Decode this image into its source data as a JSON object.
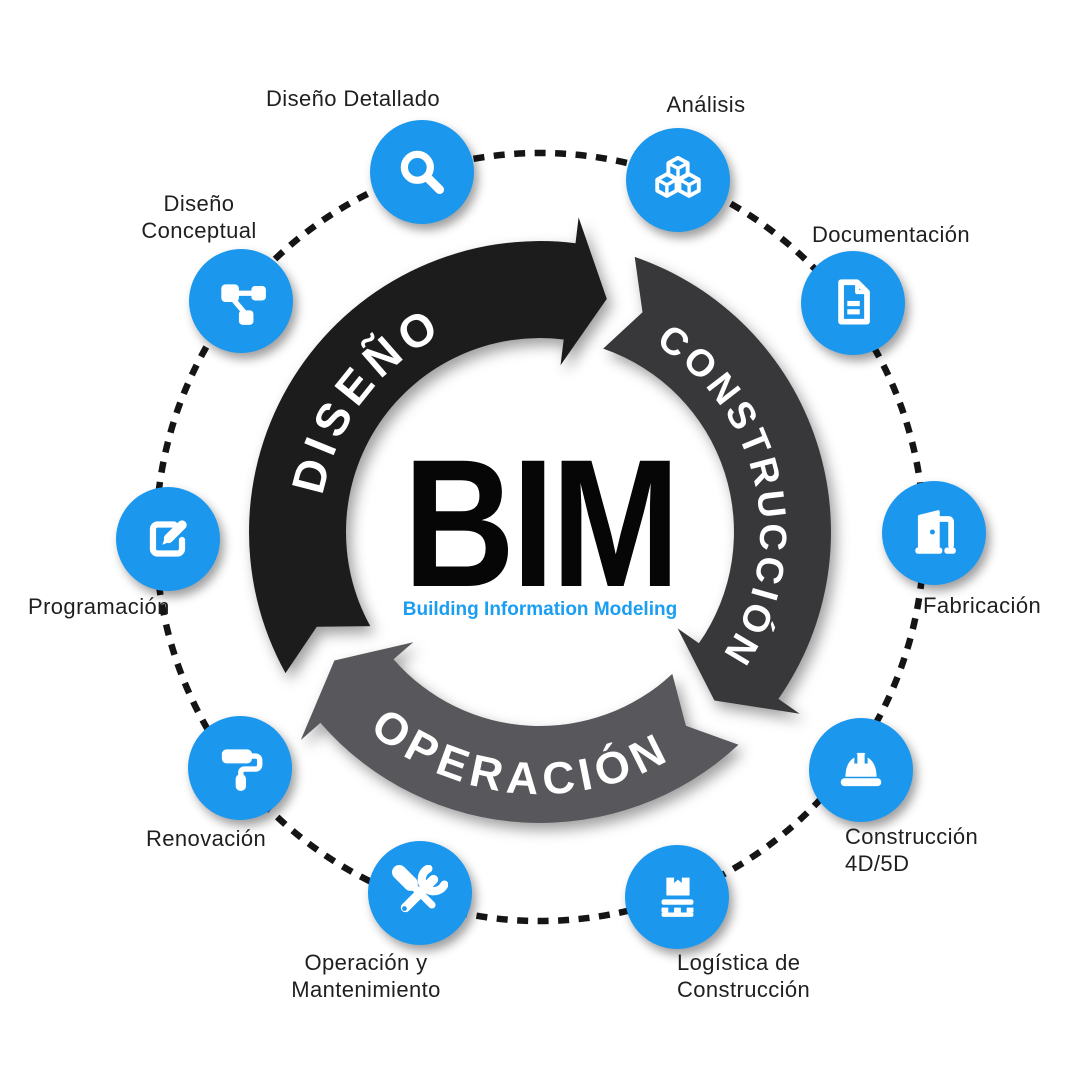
{
  "title": {
    "main": "BIM",
    "subtitle": "Building Information Modeling"
  },
  "phases": [
    {
      "label": "DISEÑO",
      "color": "#1c1c1e"
    },
    {
      "label": "CONSTRUCCIÓN",
      "color": "#38383a"
    },
    {
      "label": "OPERACIÓN",
      "color": "#59595b"
    }
  ],
  "nodes": [
    {
      "label": "Diseño Detallado",
      "icon": "search-icon"
    },
    {
      "label": "Análisis",
      "icon": "cubes-icon"
    },
    {
      "label": "Documentación",
      "icon": "document-icon"
    },
    {
      "label": "Fabricación",
      "icon": "door-icon"
    },
    {
      "label": "Construcción\n4D/5D",
      "icon": "hard-hat-icon"
    },
    {
      "label": "Logística de\nConstrucción",
      "icon": "pallet-icon"
    },
    {
      "label": "Operación y\nMantenimiento",
      "icon": "tools-icon"
    },
    {
      "label": "Renovación",
      "icon": "paint-roller-icon"
    },
    {
      "label": "Programación",
      "icon": "edit-icon"
    },
    {
      "label": "Diseño\nConceptual",
      "icon": "flowchart-icon"
    }
  ],
  "colors": {
    "node_blue": "#1b97ee",
    "subtitle_blue": "#1b9ef2",
    "phase_text": "#ffffff",
    "label_text": "#1f1f1f",
    "dotted_ring": "#151515"
  }
}
